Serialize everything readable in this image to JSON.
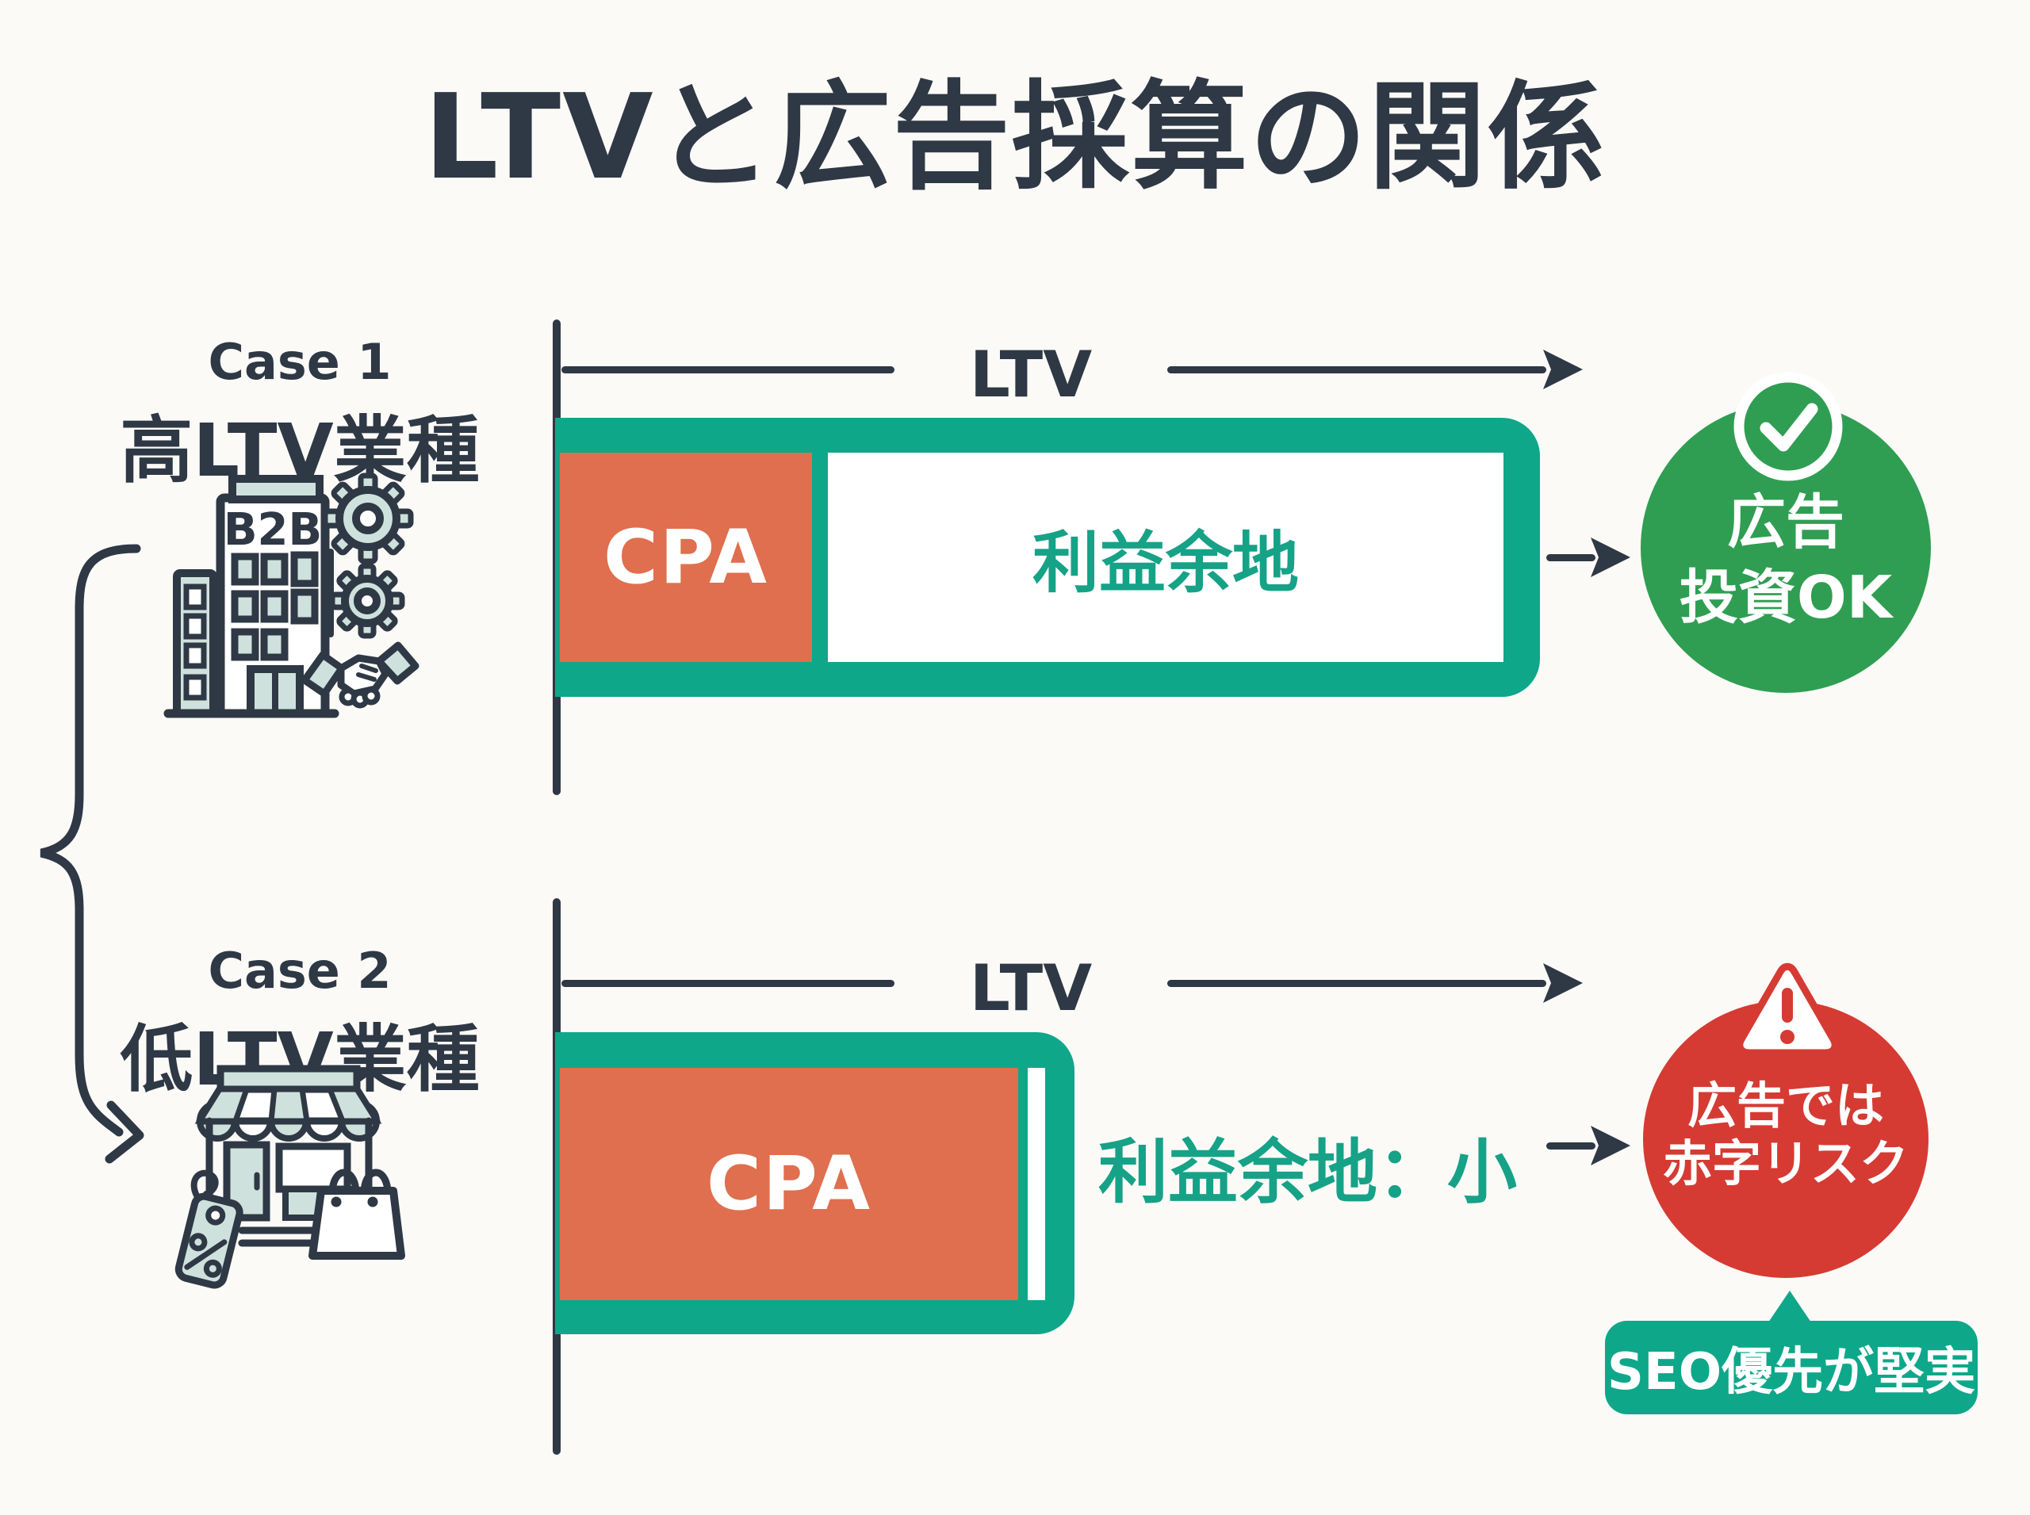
{
  "title": "LTVと広告採算の関係",
  "case1": {
    "label": "Case 1",
    "heading": "高LTV業種",
    "icon": "b2b-building-gears-handshake-icon",
    "icon_text": "B2B",
    "ltv_label": "LTV",
    "cpa_label": "CPA",
    "profit_label": "利益余地",
    "result_icon": "check-circle-icon",
    "result_line1": "広告",
    "result_line2": "投資OK"
  },
  "case2": {
    "label": "Case 2",
    "heading": "低LTV業種",
    "icon": "storefront-pricetag-bag-icon",
    "ltv_label": "LTV",
    "cpa_label": "CPA",
    "profit_label": "利益余地：小",
    "result_icon": "warning-triangle-icon",
    "result_line1": "広告では",
    "result_line2": "赤字リスク",
    "note": "SEO優先が堅実"
  },
  "colors": {
    "navy": "#2f3845",
    "teal": "#0ea78a",
    "teal_text": "#16a287",
    "orange": "#df6f4e",
    "green": "#2f9e52",
    "red": "#d53b33",
    "mint": "#cfe1dc",
    "background": "#fbfaf7"
  }
}
